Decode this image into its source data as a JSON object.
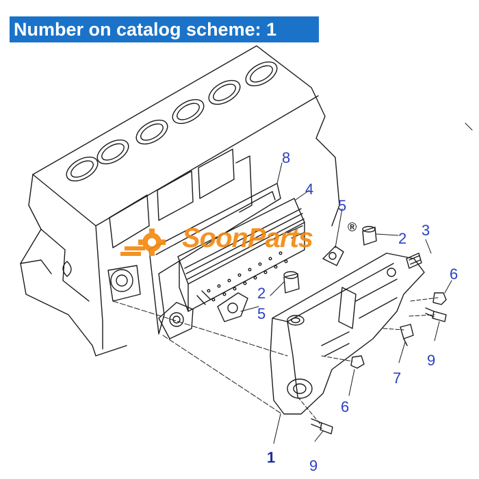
{
  "title": "Number on catalog scheme: 1",
  "callouts": {
    "c8": "8",
    "c4": "4",
    "c5_top": "5",
    "c2_top": "2",
    "c3": "3",
    "c6_right": "6",
    "c2_mid": "2",
    "c5_mid": "5",
    "c9_right": "9",
    "c7": "7",
    "c6_bottom": "6",
    "c1": "1",
    "c9_bottom": "9"
  },
  "watermark": {
    "text": "SoonParts",
    "reg_mark": "®",
    "color": "#f28a12"
  },
  "colors": {
    "banner": "#1a73c8",
    "callout": "#2a3fc0",
    "line": "#1a1a1a"
  }
}
